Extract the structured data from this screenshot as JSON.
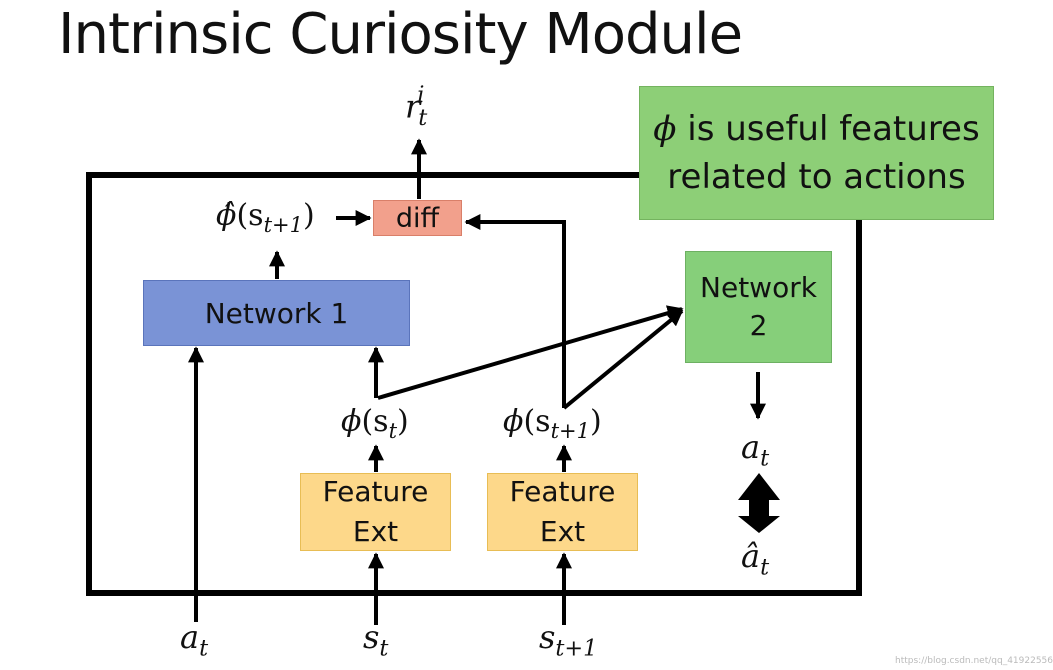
{
  "title": "Intrinsic Curiosity Module",
  "note": {
    "phi": "ϕ",
    "line1_rest": " is useful features",
    "line2": "related to actions"
  },
  "nodes": {
    "network1": "Network 1",
    "network2_line1": "Network",
    "network2_line2": "2",
    "feature_ext_1_line1": "Feature",
    "feature_ext_1_line2": "Ext",
    "feature_ext_2_line1": "Feature",
    "feature_ext_2_line2": "Ext",
    "diff": "diff"
  },
  "math": {
    "reward": {
      "base": "r",
      "sub": "t",
      "sup": "i"
    },
    "phi_hat_next": {
      "base": "ϕ̂",
      "open": "(s",
      "sub": "t+1",
      "close": ")"
    },
    "phi_st": {
      "base": "ϕ",
      "open": "(s",
      "sub": "t",
      "close": ")"
    },
    "phi_st1": {
      "base": "ϕ",
      "open": "(s",
      "sub": "t+1",
      "close": ")"
    },
    "a_t_right": {
      "base": "a",
      "sub": "t"
    },
    "a_hat_t": {
      "base": "â",
      "sub": "t"
    },
    "a_t_bottom": {
      "base": "a",
      "sub": "t"
    },
    "s_t_bottom": {
      "base": "s",
      "sub": "t"
    },
    "s_t1_bottom": {
      "base": "s",
      "sub": "t+1"
    }
  },
  "watermark": "https://blog.csdn.net/qq_41922556",
  "colors": {
    "network1": "#7a93d6",
    "network2": "#86cf7a",
    "feature_ext": "#fdd88a",
    "diff": "#f2a08c",
    "note": "#8dcf77",
    "lines": "#000000"
  }
}
